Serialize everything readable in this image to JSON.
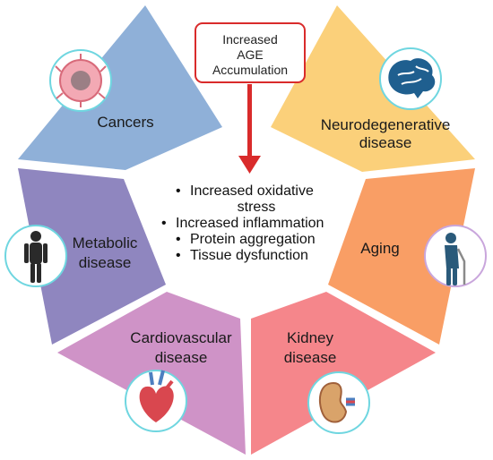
{
  "top_box": {
    "lines": [
      "Increased",
      "AGE",
      "Accumulation"
    ]
  },
  "center_effects": [
    "Increased oxidative",
    "stress",
    "Increased inflammation",
    "Protein aggregation",
    "Tissue dysfunction"
  ],
  "segments": {
    "cancers": {
      "lines": [
        "Cancers"
      ],
      "icon": "tumor-icon",
      "color": "#8fb0d8"
    },
    "neuro": {
      "lines": [
        "Neurodegenerative",
        "disease"
      ],
      "icon": "brain-icon",
      "color": "#fbd07a"
    },
    "metabolic": {
      "lines": [
        "Metabolic",
        "disease"
      ],
      "icon": "human-body-icon",
      "color": "#8f86bf"
    },
    "aging": {
      "lines": [
        "Aging"
      ],
      "icon": "elderly-person-icon",
      "color": "#f99e65"
    },
    "cardio": {
      "lines": [
        "Cardiovascular",
        "disease"
      ],
      "icon": "heart-icon",
      "color": "#cf93c7"
    },
    "kidney": {
      "lines": [
        "Kidney",
        "disease"
      ],
      "icon": "kidney-icon",
      "color": "#f5868b"
    }
  },
  "colors": {
    "arrow": "#d92b2b",
    "box_border": "#d92b2b",
    "icon_ring": "#6fd6e0"
  }
}
